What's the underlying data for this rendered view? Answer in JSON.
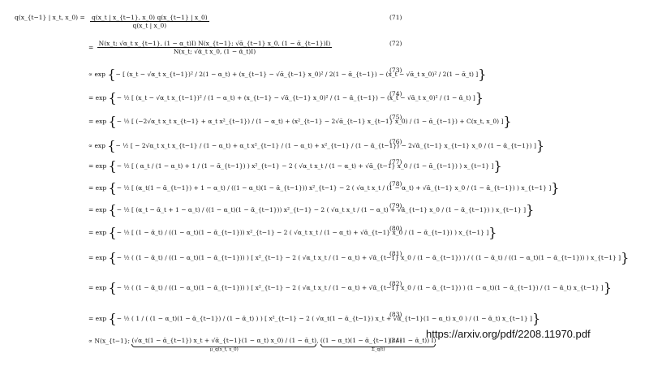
{
  "lhs": "q(x_{t−1} | x_t, x_0) =",
  "equations": [
    {
      "number": "(71)",
      "kind": "frac",
      "prefix": "",
      "num": "q(x_t | x_{t−1}, x_0) q(x_{t−1} | x_0)",
      "den": "q(x_t | x_0)",
      "suffix": ""
    },
    {
      "number": "(72)",
      "kind": "frac",
      "prefix": "=",
      "num": "N(x_t; √α_t x_{t−1}, (1 − α_t)I) N(x_{t−1}; √ᾱ_{t−1} x_0, (1 − ᾱ_{t−1})I)",
      "den": "N(x_t; √ᾱ_t x_0, (1 − ᾱ_t)I)",
      "suffix": ""
    },
    {
      "number": "(73)",
      "kind": "expr",
      "prefix": "∝ exp",
      "text": "− [ (x_t − √α_t x_{t−1})² / 2(1 − α_t) + (x_{t−1} − √ᾱ_{t−1} x_0)² / 2(1 − ᾱ_{t−1}) − (x_t − √ᾱ_t x_0)² / 2(1 − ᾱ_t) ]"
    },
    {
      "number": "(74)",
      "kind": "expr",
      "prefix": "= exp",
      "text": "− ½ [ (x_t − √α_t x_{t−1})² / (1 − α_t) + (x_{t−1} − √ᾱ_{t−1} x_0)² / (1 − ᾱ_{t−1}) − (x_t − √ᾱ_t x_0)² / (1 − ᾱ_t) ]"
    },
    {
      "number": "(75)",
      "kind": "expr",
      "prefix": "= exp",
      "text": "− ½ [ (−2√α_t x_t x_{t−1} + α_t x²_{t−1}) / (1 − α_t) + (x²_{t−1} − 2√ᾱ_{t−1} x_{t−1} x_0) / (1 − ᾱ_{t−1}) + C(x_t, x_0) ]"
    },
    {
      "number": "(76)",
      "kind": "expr",
      "prefix": "∝ exp",
      "text": "− ½ [ − 2√α_t x_t x_{t−1} / (1 − α_t) + α_t x²_{t−1} / (1 − α_t) + x²_{t−1} / (1 − ᾱ_{t−1}) − 2√ᾱ_{t−1} x_{t−1} x_0 / (1 − ᾱ_{t−1}) ]"
    },
    {
      "number": "(77)",
      "kind": "expr",
      "prefix": "= exp",
      "text": "− ½ [ ( α_t / (1 − α_t) + 1 / (1 − ᾱ_{t−1}) ) x²_{t−1} − 2 ( √α_t x_t / (1 − α_t) + √ᾱ_{t−1} x_0 / (1 − ᾱ_{t−1}) ) x_{t−1} ]"
    },
    {
      "number": "(78)",
      "kind": "expr",
      "prefix": "= exp",
      "text": "− ½ [ (α_t(1 − ᾱ_{t−1}) + 1 − α_t) / ((1 − α_t)(1 − ᾱ_{t−1})) x²_{t−1} − 2 ( √α_t x_t / (1 − α_t) + √ᾱ_{t−1} x_0 / (1 − ᾱ_{t−1}) ) x_{t−1} ]"
    },
    {
      "number": "(79)",
      "kind": "expr",
      "prefix": "= exp",
      "text": "− ½ [ (α_t − ᾱ_t + 1 − α_t) / ((1 − α_t)(1 − ᾱ_{t−1})) x²_{t−1} − 2 ( √α_t x_t / (1 − α_t) + √ᾱ_{t−1} x_0 / (1 − ᾱ_{t−1}) ) x_{t−1} ]"
    },
    {
      "number": "(80)",
      "kind": "expr",
      "prefix": "= exp",
      "text": "− ½ [ (1 − ᾱ_t) / ((1 − α_t)(1 − ᾱ_{t−1})) x²_{t−1} − 2 ( √α_t x_t / (1 − α_t) + √ᾱ_{t−1} x_0 / (1 − ᾱ_{t−1}) ) x_{t−1} ]"
    },
    {
      "number": "(81)",
      "kind": "expr",
      "prefix": "= exp",
      "text": "− ½ ( (1 − ᾱ_t) / ((1 − α_t)(1 − ᾱ_{t−1})) ) [ x²_{t−1} − 2 ( √α_t x_t / (1 − α_t) + √ᾱ_{t−1} x_0 / (1 − ᾱ_{t−1}) ) / ( (1 − ᾱ_t) / ((1 − α_t)(1 − ᾱ_{t−1})) ) x_{t−1} ]"
    },
    {
      "number": "(82)",
      "kind": "expr",
      "prefix": "= exp",
      "text": "− ½ ( (1 − ᾱ_t) / ((1 − α_t)(1 − ᾱ_{t−1})) ) [ x²_{t−1} − 2 ( √α_t x_t / (1 − α_t) + √ᾱ_{t−1} x_0 / (1 − ᾱ_{t−1}) ) (1 − α_t)(1 − ᾱ_{t−1}) / (1 − ᾱ_t) x_{t−1} ]"
    },
    {
      "number": "(83)",
      "kind": "expr",
      "prefix": "= exp",
      "text": "− ½ ( 1 / ( (1 − α_t)(1 − ᾱ_{t−1}) / (1 − ᾱ_t) ) ) [ x²_{t−1} − 2 ( √α_t(1 − ᾱ_{t−1}) x_t + √ᾱ_{t−1}(1 − α_t) x_0 ) / (1 − ᾱ_t) x_{t−1} ]"
    },
    {
      "number": "(84)",
      "kind": "final",
      "prefix": "∝ N(x_{t−1};",
      "mean": "(√α_t(1 − ᾱ_{t−1}) x_t + √ᾱ_{t−1}(1 − α_t) x_0) / (1 − ᾱ_t)",
      "mean_label": "μ_q(x_t, x_0)",
      "cov": "((1 − α_t)(1 − ᾱ_{t−1}) / (1 − ᾱ_t)) I)",
      "cov_label": "Σ_q(t)"
    }
  ],
  "source_url": "https://arxiv.org/pdf/2208.11970.pdf"
}
